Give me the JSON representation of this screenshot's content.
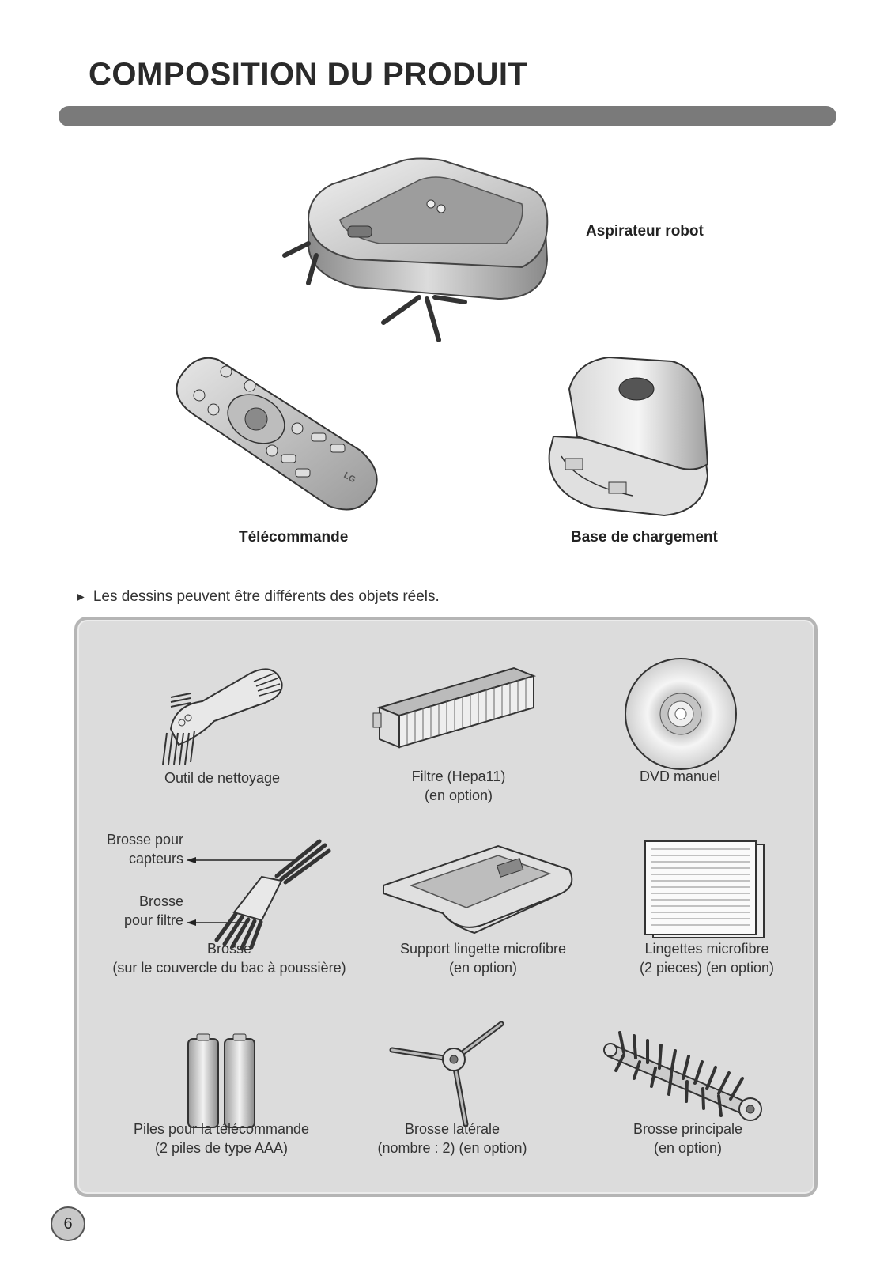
{
  "header": {
    "title": "COMPOSITION DU PRODUIT"
  },
  "main_items": [
    {
      "label": "Aspirateur robot",
      "icon": "robot-vacuum-icon"
    },
    {
      "label": "Télécommande",
      "icon": "remote-control-icon"
    },
    {
      "label": "Base de chargement",
      "icon": "charging-base-icon"
    }
  ],
  "note": {
    "marker": "►",
    "text": "Les dessins peuvent être différents des objets réels."
  },
  "accessories": [
    {
      "line1": "Outil de nettoyage",
      "line2": "",
      "icon": "cleaning-tool-icon"
    },
    {
      "line1": "Filtre (Hepa11)",
      "line2": "(en option)",
      "icon": "hepa-filter-icon"
    },
    {
      "line1": "DVD manuel",
      "line2": "",
      "icon": "dvd-icon"
    },
    {
      "line1": "Brosse",
      "line2": "(sur le couvercle du bac à poussière)",
      "icon": "brush-icon"
    },
    {
      "line1": "Support lingette microfibre",
      "line2": "(en option)",
      "icon": "microfiber-holder-icon"
    },
    {
      "line1": "Lingettes microfibre",
      "line2": "(2 pieces) (en option)",
      "icon": "microfiber-cloth-icon"
    },
    {
      "line1": "Piles pour la télécommande",
      "line2": "(2 piles de type AAA)",
      "icon": "batteries-icon"
    },
    {
      "line1": "Brosse latérale",
      "line2": "(nombre : 2) (en option)",
      "icon": "side-brush-icon"
    },
    {
      "line1": "Brosse principale",
      "line2": "(en option)",
      "icon": "main-brush-icon"
    }
  ],
  "brush_callouts": {
    "sensor_line1": "Brosse pour",
    "sensor_line2": "capteurs",
    "filter_line1": "Brosse",
    "filter_line2": "pour filtre"
  },
  "remote_brand": "LG",
  "page_number": "6"
}
